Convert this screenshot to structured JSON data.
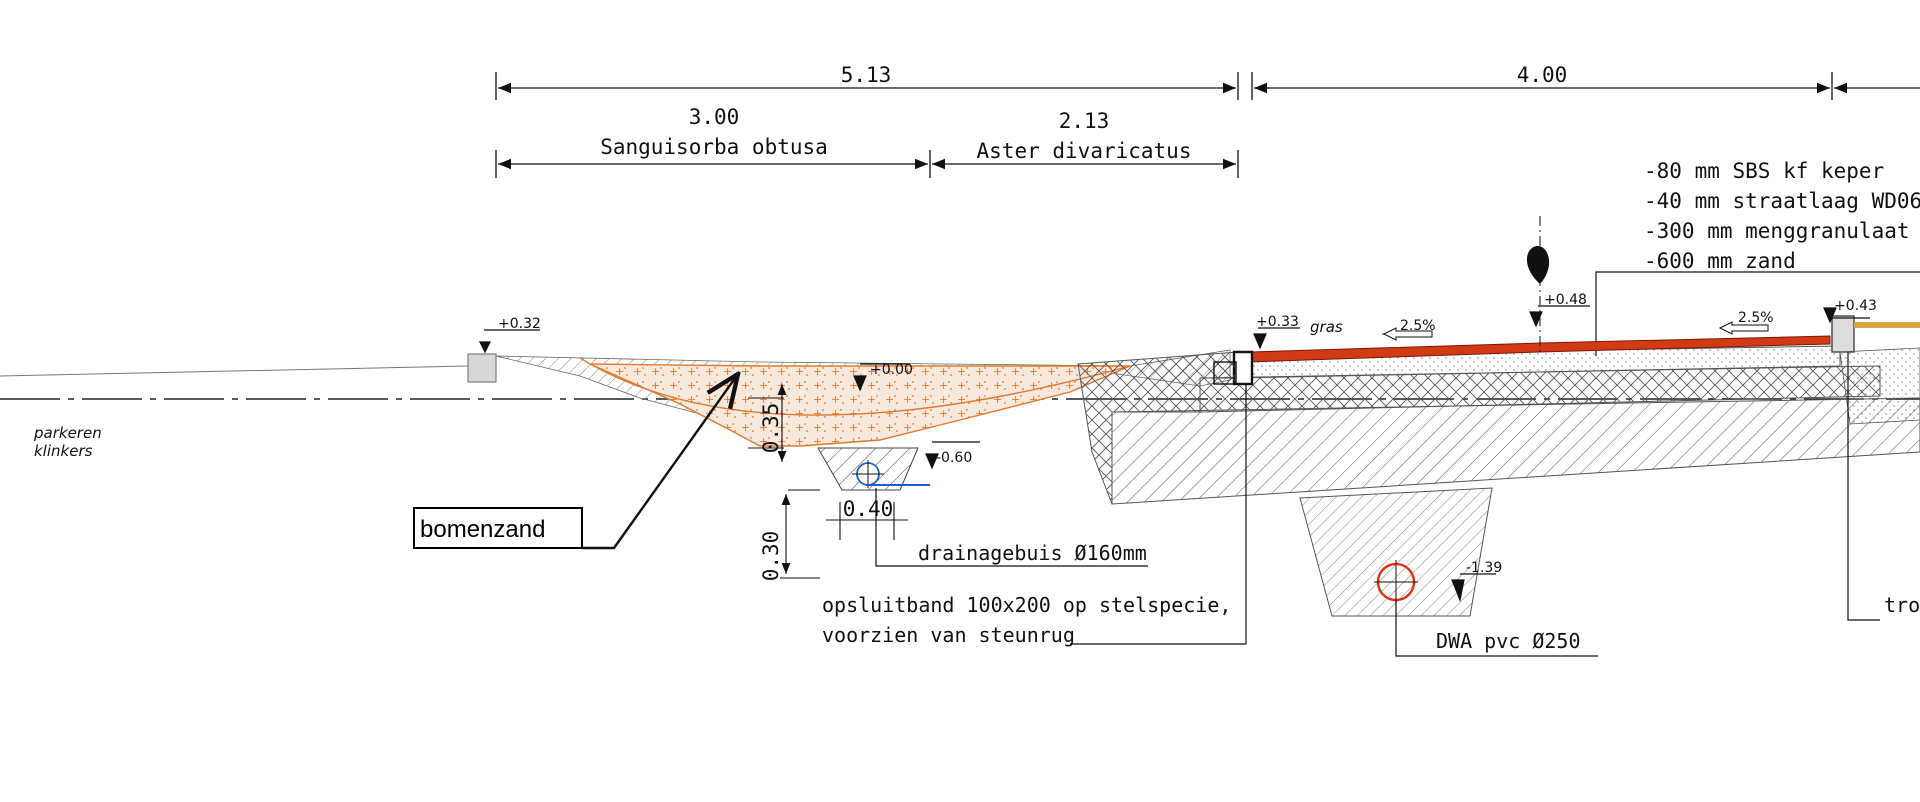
{
  "dimensions": {
    "total_left": "5.13",
    "total_right": "4.00",
    "sub_left_value": "3.00",
    "sub_left_name": "Sanguisorba obtusa",
    "sub_right_value": "2.13",
    "sub_right_name": "Aster divaricatus",
    "v_swale": "0.35",
    "h_trench": "0.40",
    "v_trench": "0.30"
  },
  "levels": {
    "parking_edge": "+0.32",
    "swale_bottom": "+0.00",
    "drain_bottom": "-0.60",
    "kerb_left": "+0.33",
    "path_crown": "+0.48",
    "kerb_right": "+0.43",
    "sewer_bottom": "-1.39"
  },
  "slopes": {
    "left": "2.5%",
    "right": "2.5%"
  },
  "labels": {
    "grass": "gras",
    "parking_line1": "parkeren",
    "parking_line2": "klinkers",
    "tree_sand": "bomenzand",
    "drain_pipe": "drainagebuis Ø160mm",
    "kerb_line1": "opsluitband 100x200 op stelspecie,",
    "kerb_line2": "voorzien van steunrug",
    "sewer": "DWA pvc Ø250",
    "sidewalk_partial": "tro"
  },
  "layers": [
    "-80 mm SBS kf keper",
    "-40 mm straatlaag WD06",
    "-300 mm menggranulaat",
    "-600 mm zand"
  ],
  "colors": {
    "asphalt": "#d23a14",
    "tree_sand": "#e07a2e",
    "drain_blue": "#1b5fd1",
    "sewer_red": "#e03010",
    "pavement_tan": "#d6a53a"
  }
}
